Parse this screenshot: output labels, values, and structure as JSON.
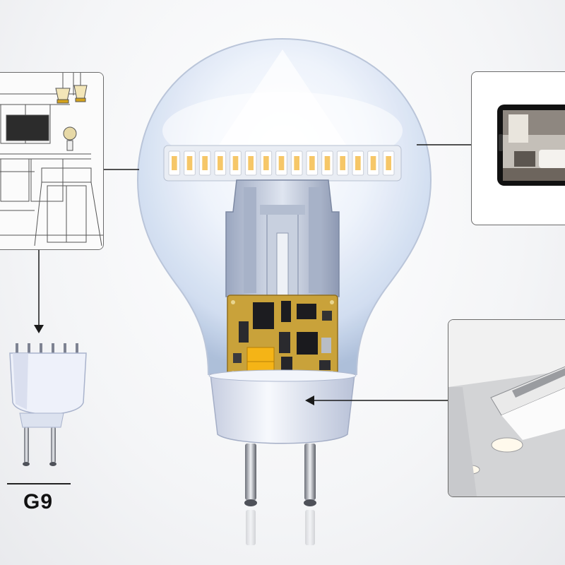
{
  "socket_label": {
    "text": "G9"
  },
  "colors": {
    "bulb_glass": "#dbe6f7",
    "led_warm": "#f6c768",
    "pcb": "#c9a23a",
    "connector": "#f5b416",
    "ceramic_base": "#e8ecf5",
    "arrow": "#1a1a1a"
  },
  "icons": [
    "kitchen-sketch",
    "smartphone",
    "ceiling-light",
    "g9-socket",
    "led-bulb"
  ]
}
